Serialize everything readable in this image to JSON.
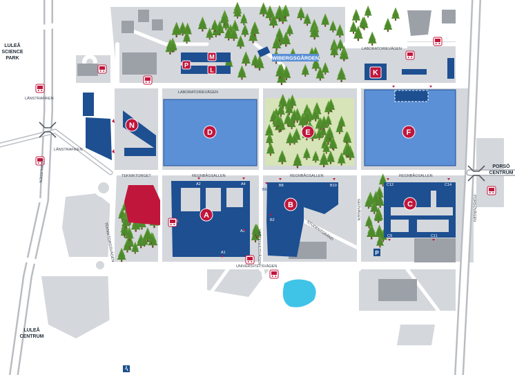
{
  "places": {
    "science_park_line1": "LULEÅ",
    "science_park_line2": "SCIENCE",
    "science_park_line3": "PARK",
    "centrum_line1": "LULEÅ",
    "centrum_line2": "CENTRUM",
    "porso_line1": "PORSÖ",
    "porso_line2": "CENTRUM",
    "wibergsgarden": "WIBERGSGÅRDEN",
    "teknikorget": "TEKNIKTORGET",
    "lanstrafiken_1": "LÄNSTRAFIKEN",
    "lanstrafiken_2": "LÄNSTRAFIKEN"
  },
  "streets": {
    "laboratorievagen_left": "LABORATORIEVÄGEN",
    "laboratorievagen_right": "LABORATORIEVÄGEN",
    "regnbagsallen_1": "REGNBÅGSALLEN",
    "regnbagsallen_2": "REGNBÅGSALLEN",
    "regnbagsallen_3": "REGNBÅGSALLEN",
    "universitetsvagen": "UNIVERSITETSVÄGEN",
    "hamnleden": "HAMNLEDEN",
    "teknikorgsvagen": "TEKNIKTORGSVÄGEN",
    "vattenhusvagen": "VATTENHUSVÄGEN",
    "geologvagen": "GEOVÄGEN",
    "studentgrand": "STUDENTGRÄND",
    "porsovagen": "PORSÖVÄGEN"
  },
  "buildings": [
    {
      "id": "A",
      "label": "A"
    },
    {
      "id": "B",
      "label": "B"
    },
    {
      "id": "C",
      "label": "C"
    },
    {
      "id": "D",
      "label": "D"
    },
    {
      "id": "E",
      "label": "E"
    },
    {
      "id": "F",
      "label": "F"
    },
    {
      "id": "K",
      "label": "K"
    },
    {
      "id": "L",
      "label": "L"
    },
    {
      "id": "M",
      "label": "M"
    },
    {
      "id": "N",
      "label": "N"
    },
    {
      "id": "P",
      "label": "P"
    }
  ],
  "entrances": {
    "a1": "A1",
    "a2": "A2",
    "a3": "A3",
    "a4": "A4",
    "a8": "A8",
    "b2": "B2",
    "b6": "B6",
    "b8": "B8",
    "b10": "B10",
    "c9": "C9",
    "c11": "C11",
    "c12": "C12",
    "c14": "C14"
  },
  "parking_label": "P",
  "icons": {
    "bus": "bus-stop-icon",
    "accessibility": "accessibility-icon",
    "roundabout": "interchange-icon",
    "tree": "tree-icon"
  },
  "colors": {
    "building_blue": "#1d4f91",
    "hall_blue": "#5b8fd6",
    "label_red": "#c0163c",
    "road_grey": "#cfd2d6",
    "bg_grey": "#d4d7db",
    "forest_green": "#4e8a2c",
    "water": "#3fc4e8"
  }
}
